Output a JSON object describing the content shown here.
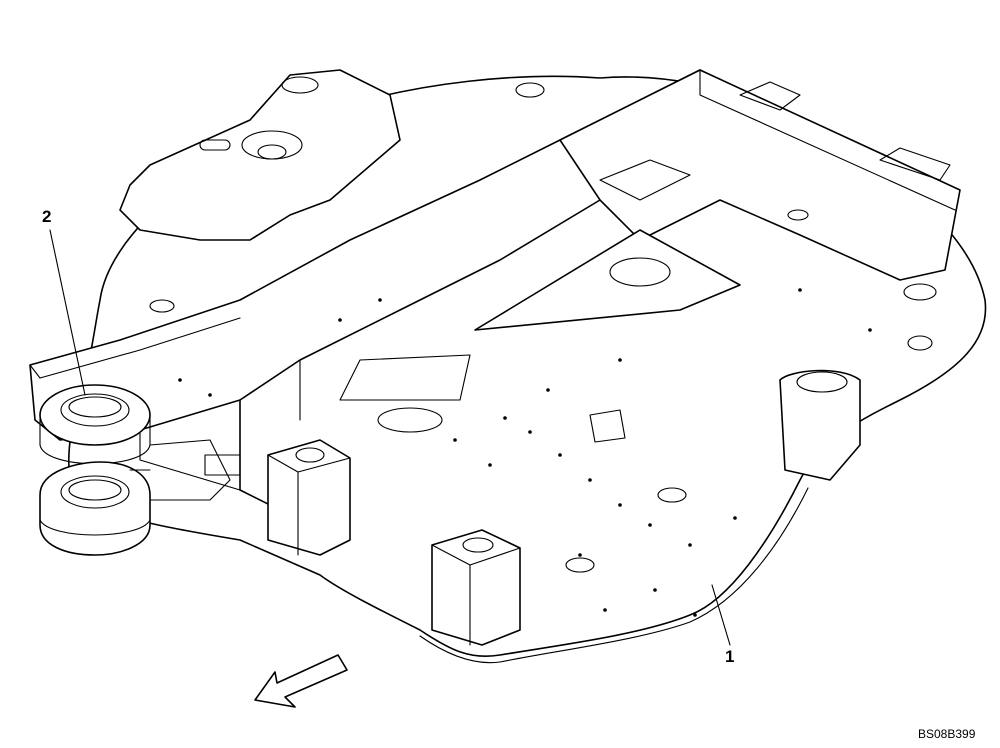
{
  "drawing": {
    "callouts": [
      {
        "label": "2",
        "part": "upper-frame-front"
      },
      {
        "label": "1",
        "part": "upper-frame-plate"
      }
    ],
    "reference_code": "BS08B399",
    "direction_arrow": "front-direction-arrow"
  }
}
